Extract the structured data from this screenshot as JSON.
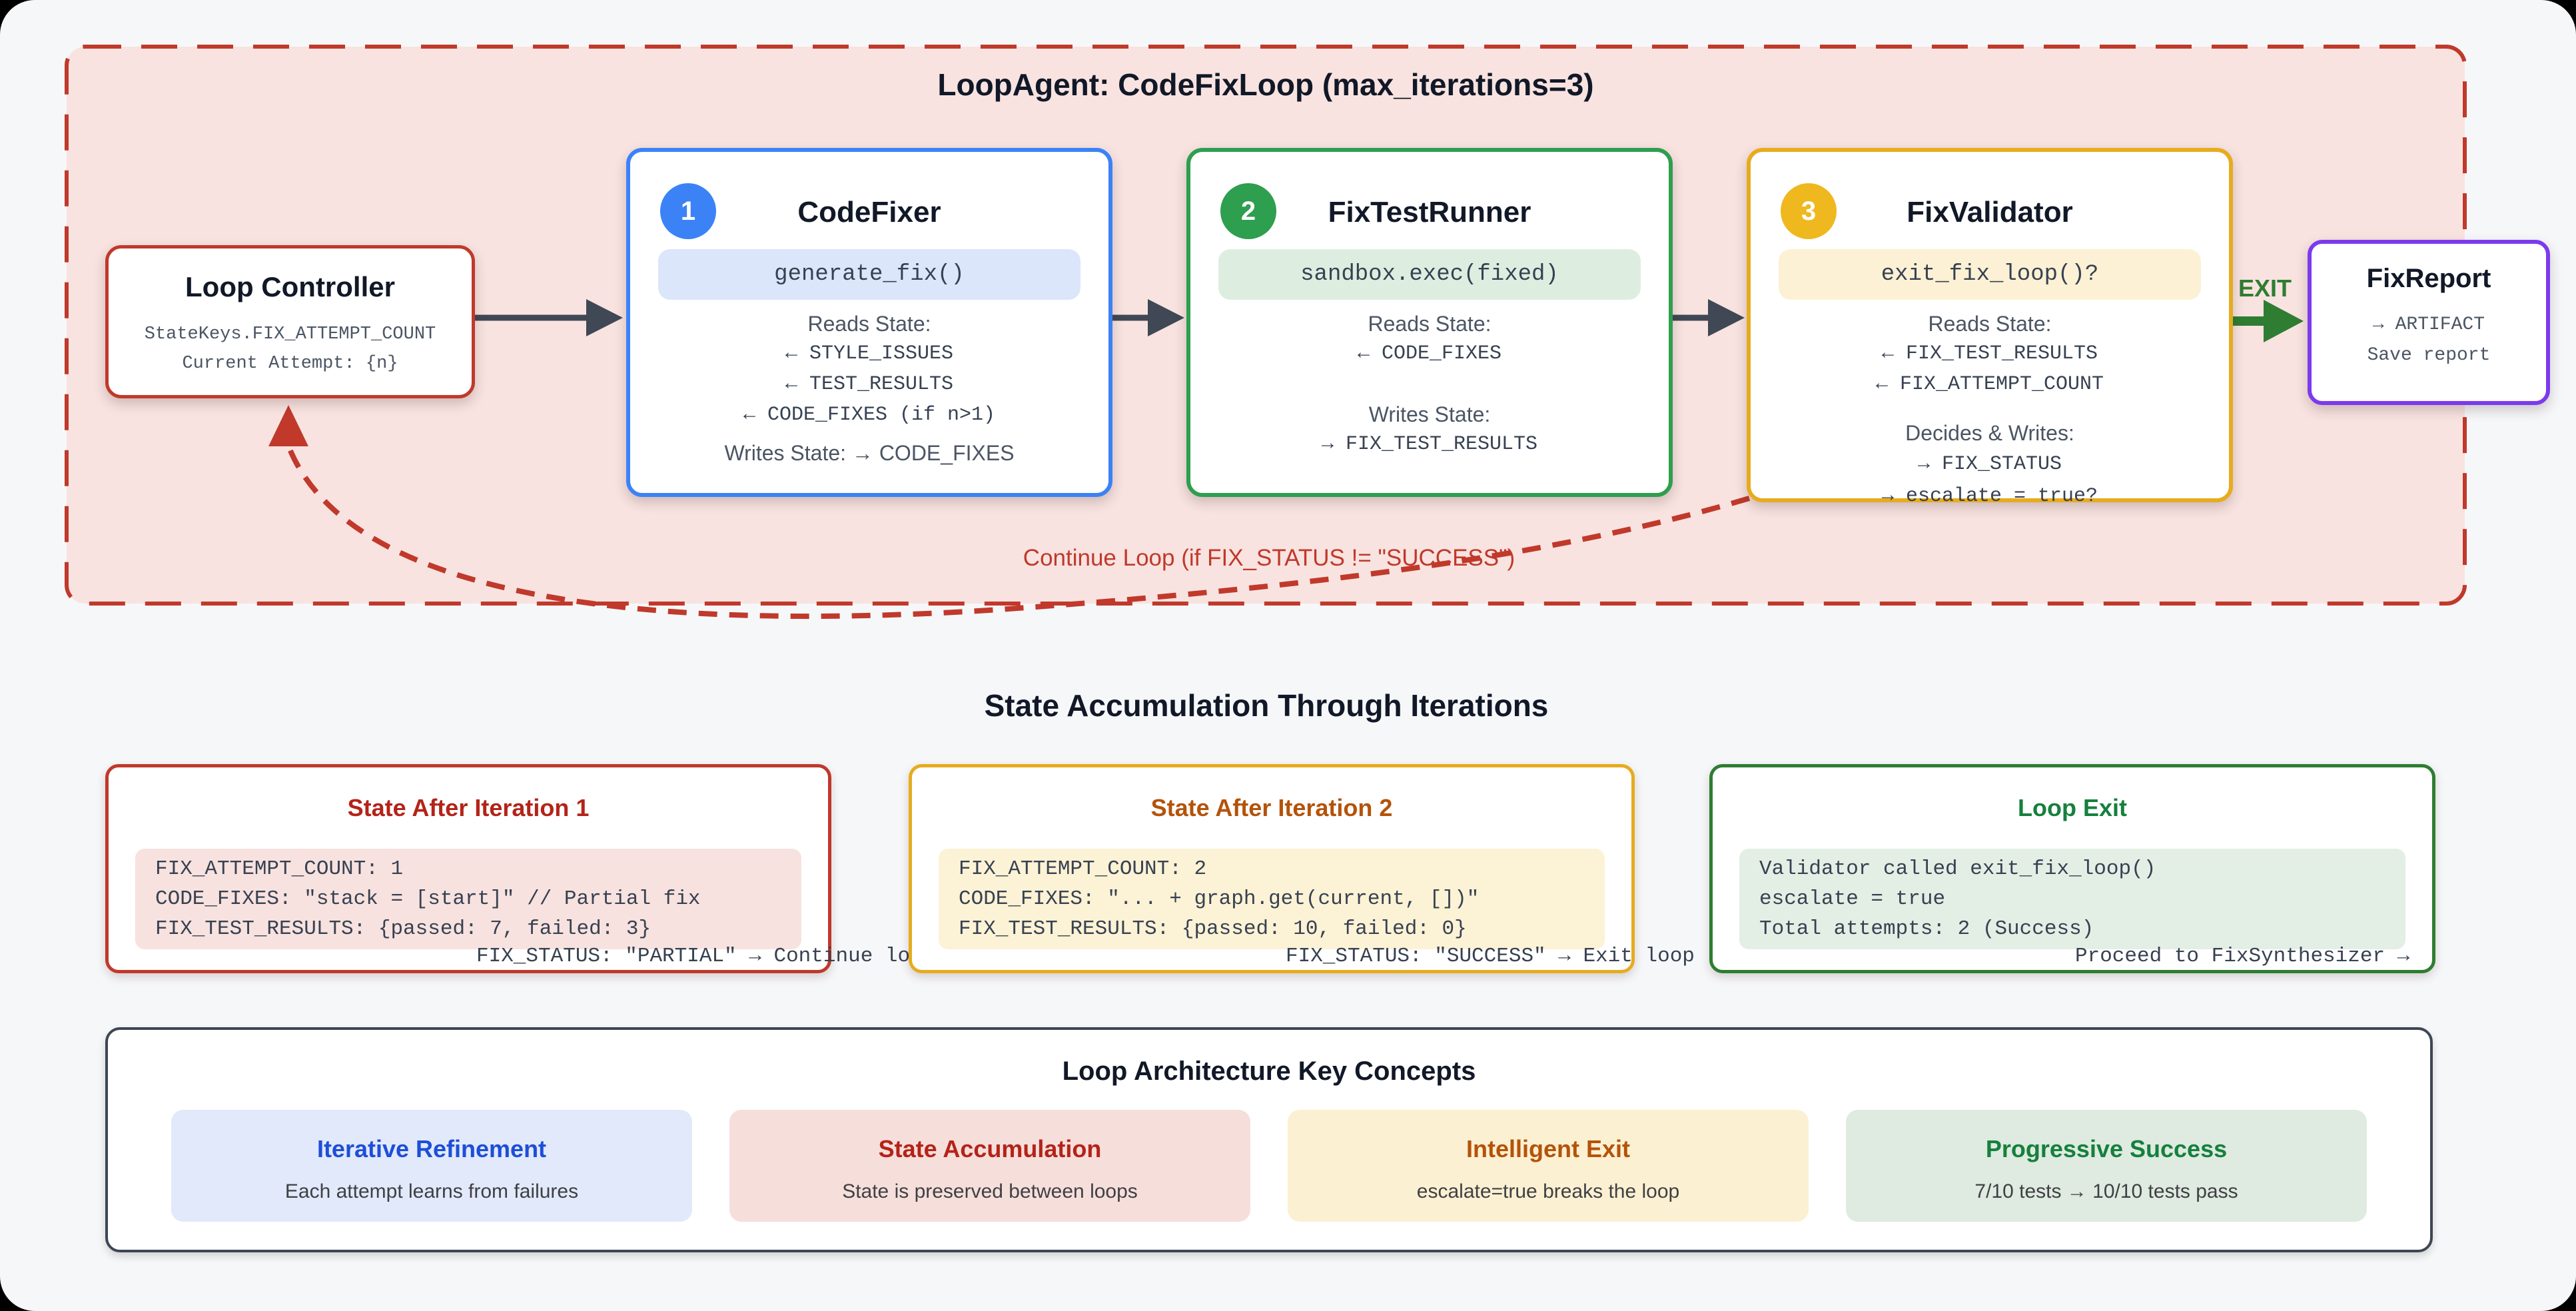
{
  "palette": {
    "loop_red": "#c0392b",
    "blue": "#3b82f6",
    "green": "#2e9e4f",
    "exit_green": "#2e7d32",
    "yellow": "#e6ac1e",
    "purple": "#7c3aed",
    "loop_bg": "#f8e3e0",
    "arrow_gray": "#3f4854"
  },
  "loop": {
    "title": "LoopAgent: CodeFixLoop (max_iterations=3)",
    "controller": {
      "title": "Loop Controller",
      "line1": "StateKeys.FIX_ATTEMPT_COUNT",
      "line2": "Current Attempt: {n}"
    },
    "agents": [
      {
        "num": "1",
        "name": "CodeFixer",
        "method": "generate_fix()",
        "reads_label": "Reads State:",
        "reads": [
          "← STYLE_ISSUES",
          "← TEST_RESULTS",
          "← CODE_FIXES (if n>1)"
        ],
        "writes_line": "Writes State: → CODE_FIXES"
      },
      {
        "num": "2",
        "name": "FixTestRunner",
        "method": "sandbox.exec(fixed)",
        "reads_label": "Reads State:",
        "reads": [
          "← CODE_FIXES"
        ],
        "writes_label": "Writes State:",
        "writes": [
          "→ FIX_TEST_RESULTS"
        ]
      },
      {
        "num": "3",
        "name": "FixValidator",
        "method": "exit_fix_loop()?",
        "reads_label": "Reads State:",
        "reads": [
          "← FIX_TEST_RESULTS",
          "← FIX_ATTEMPT_COUNT"
        ],
        "writes_label": "Decides & Writes:",
        "writes": [
          "→ FIX_STATUS",
          "→ escalate = true?"
        ]
      }
    ],
    "exit_label": "EXIT",
    "report": {
      "title": "FixReport",
      "lines": [
        "→ ARTIFACT",
        "Save report"
      ]
    },
    "continue_label": "Continue Loop (if FIX_STATUS != \"SUCCESS\")"
  },
  "state_section": {
    "title": "State Accumulation Through Iterations",
    "boxes": [
      {
        "title": "State After Iteration 1",
        "lines": [
          "FIX_ATTEMPT_COUNT: 1",
          "CODE_FIXES: \"stack = [start]\" // Partial fix",
          "FIX_TEST_RESULTS: {passed: 7, failed: 3}"
        ],
        "overflow": "FIX_STATUS: \"PARTIAL\" → Continue loop"
      },
      {
        "title": "State After Iteration 2",
        "lines": [
          "FIX_ATTEMPT_COUNT: 2",
          "CODE_FIXES: \"... + graph.get(current, [])\"",
          "FIX_TEST_RESULTS: {passed: 10, failed: 0}"
        ],
        "overflow": "FIX_STATUS: \"SUCCESS\" → Exit loop"
      },
      {
        "title": "Loop Exit",
        "lines": [
          "Validator called exit_fix_loop()",
          "escalate = true",
          "Total attempts: 2 (Success)"
        ],
        "overflow": "Proceed to FixSynthesizer →"
      }
    ]
  },
  "concepts": {
    "title": "Loop Architecture Key Concepts",
    "cards": [
      {
        "title": "Iterative Refinement",
        "desc": "Each attempt learns from failures"
      },
      {
        "title": "State Accumulation",
        "desc": "State is preserved between loops"
      },
      {
        "title": "Intelligent Exit",
        "desc": "escalate=true breaks the loop"
      },
      {
        "title": "Progressive Success",
        "desc": "7/10 tests → 10/10 tests pass"
      }
    ]
  }
}
